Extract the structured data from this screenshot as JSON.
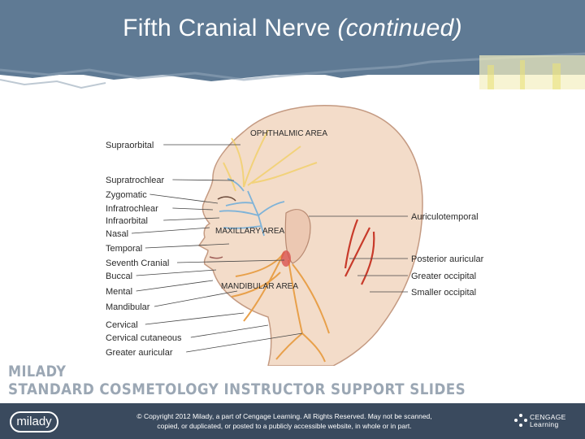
{
  "title": {
    "main": "Fifth Cranial Nerve",
    "italic": "(continued)"
  },
  "diagram": {
    "left_labels": [
      "Supraorbital",
      "Supratrochlear",
      "Zygomatic",
      "Infratrochlear",
      "Infraorbital",
      "Nasal",
      "Temporal",
      "Seventh Cranial",
      "Buccal",
      "Mental",
      "Mandibular",
      "Cervical",
      "Cervical cutaneous",
      "Greater auricular"
    ],
    "right_labels": [
      "Auriculotemporal",
      "Posterior auricular",
      "Greater occipital",
      "Smaller occipital"
    ],
    "area_labels": {
      "ophthalmic": "OPHTHALMIC AREA",
      "maxillary": "MAXILLARY AREA",
      "mandibular": "MANDIBULAR AREA"
    }
  },
  "brand": {
    "line1": "MILADY",
    "line2": "STANDARD COSMETOLOGY INSTRUCTOR SUPPORT SLIDES"
  },
  "footer": {
    "logo_text": "milady",
    "copyright_line1": "© Copyright 2012 Milady, a part of Cengage Learning. All Rights Reserved. May not be scanned,",
    "copyright_line2": "copied, or duplicated, or posted to a publicly accessible website, in whole or in part.",
    "cengage_line1": "CENGAGE",
    "cengage_line2": "Learning"
  },
  "colors": {
    "header": "#5f7a94",
    "footer": "#3a4a5e",
    "nerve_blue": "#7fb3d8",
    "nerve_yellow": "#f2d27a",
    "nerve_orange": "#e8a04a",
    "nerve_red": "#c83a2a",
    "skin": "#f3dcc9"
  }
}
